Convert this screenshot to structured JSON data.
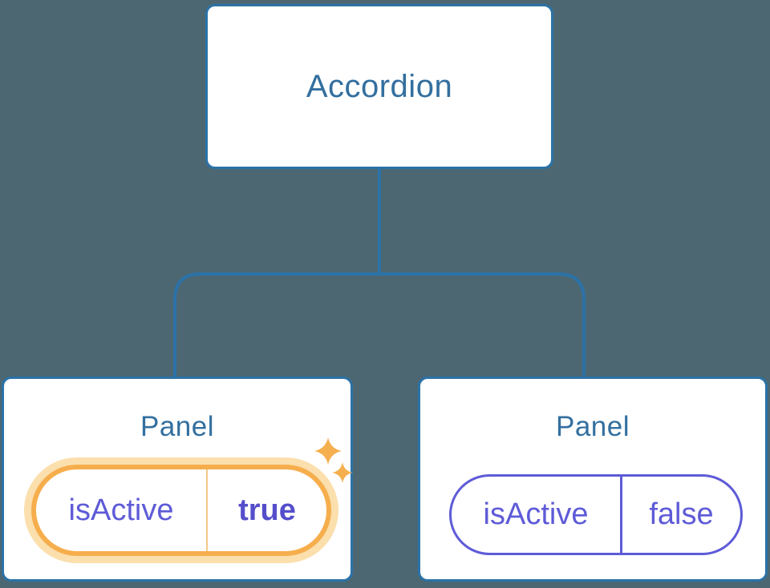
{
  "diagram": {
    "description": "React component tree: Accordion parent passing isActive state to two Panel children",
    "background_color": "#4C6772",
    "root": {
      "label": "Accordion"
    },
    "panels": [
      {
        "label": "Panel",
        "prop_name": "isActive",
        "prop_value": "true",
        "state": "active-highlighted",
        "icon": "sparkles-icon"
      },
      {
        "label": "Panel",
        "prop_name": "isActive",
        "prop_value": "false",
        "state": "inactive"
      }
    ],
    "colors": {
      "node_border_blue": "#2B72A7",
      "node_text_blue": "#336F9F",
      "connector_blue": "#2B72A7",
      "highlight_orange": "#F6AE4D",
      "highlight_halo_orange": "#FBDFAD",
      "highlight_divider_orange": "#F5C887",
      "sparkle_orange": "#F5AF4E",
      "prop_purple": "#5E5BD7",
      "prop_value_bold_purple": "#554ECB",
      "node_fill": "#FFFFFF"
    }
  }
}
